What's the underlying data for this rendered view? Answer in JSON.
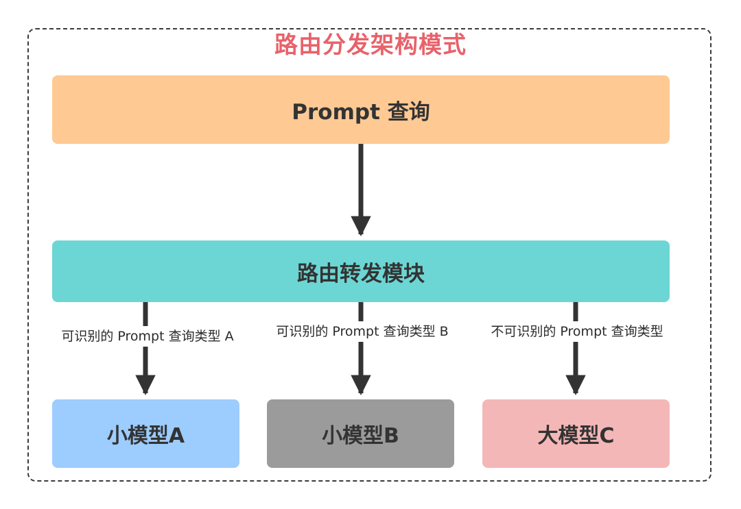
{
  "title": "路由分发架构模式",
  "nodes": {
    "prompt": "Prompt 查询",
    "router": "路由转发模块",
    "model_a": "小模型A",
    "model_b": "小模型B",
    "model_c": "大模型C"
  },
  "edges": {
    "to_a": "可识别的 Prompt 查询类型 A",
    "to_b": "可识别的 Prompt 查询类型 B",
    "to_c": "不可识别的 Prompt 查询类型"
  },
  "colors": {
    "title": "#e8626a",
    "prompt": "#ffc994",
    "router": "#6cd6d4",
    "model_a": "#9dccfe",
    "model_b": "#9b9b9b",
    "model_c": "#f4b7b7",
    "arrow": "#333333"
  }
}
